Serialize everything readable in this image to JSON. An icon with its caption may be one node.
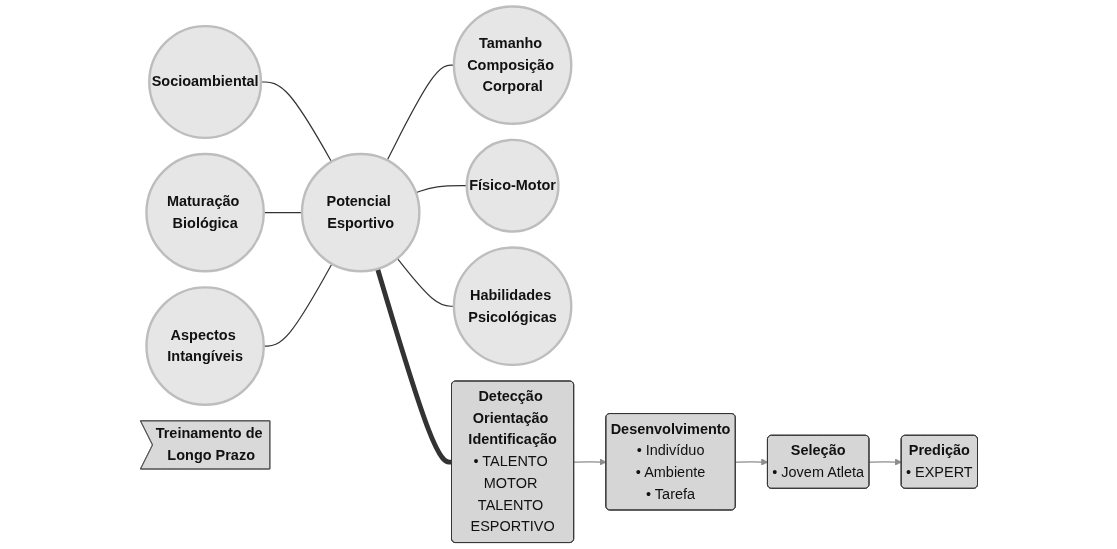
{
  "diagram": {
    "nodes": [
      {
        "text": [
          "Potencial Esportivo"
        ]
      },
      {
        "text": [
          "Tamanho Composição Corporal"
        ]
      },
      {
        "text": [
          "Físico-Motor"
        ]
      },
      {
        "text": [
          "Habilidades Psicológicas"
        ]
      },
      {
        "text": [
          "Socioambiental"
        ]
      },
      {
        "text": [
          "Maturação Biológica"
        ]
      },
      {
        "text": [
          "Aspectos Intangíveis"
        ]
      },
      {
        "text": [
          "Detecção Orientação Identificação",
          "• TALENTO MOTOR TALENTO ESPORTIVO"
        ]
      },
      {
        "text": [
          "Desenvolvimento",
          "• Indivíduo",
          "• Ambiente",
          "• Tarefa"
        ]
      },
      {
        "text": [
          "Seleção",
          "• Jovem Atleta"
        ]
      },
      {
        "text": [
          "Predição",
          "• EXPERT"
        ]
      },
      {
        "text": [
          "Treinamento de Longo Prazo"
        ]
      }
    ],
    "edges": [
      {
        "from": 0,
        "to": 1,
        "arrow": "none"
      },
      {
        "from": 0,
        "to": 2,
        "arrow": "none"
      },
      {
        "from": 0,
        "to": 3,
        "arrow": "none"
      },
      {
        "from": 0,
        "to": 4,
        "arrow": "none"
      },
      {
        "from": 0,
        "to": 5,
        "arrow": "none"
      },
      {
        "from": 0,
        "to": 6,
        "arrow": "none"
      },
      {
        "from": 0,
        "to": 7,
        "arrow": "none",
        "style": "thick"
      },
      {
        "from": 7,
        "to": 8,
        "arrow": "to",
        "color": "#8c8c8c"
      },
      {
        "from": 8,
        "to": 9,
        "arrow": "to",
        "color": "#8c8c8c"
      },
      {
        "from": 9,
        "to": 10,
        "arrow": "to",
        "color": "#8c8c8c"
      }
    ]
  }
}
